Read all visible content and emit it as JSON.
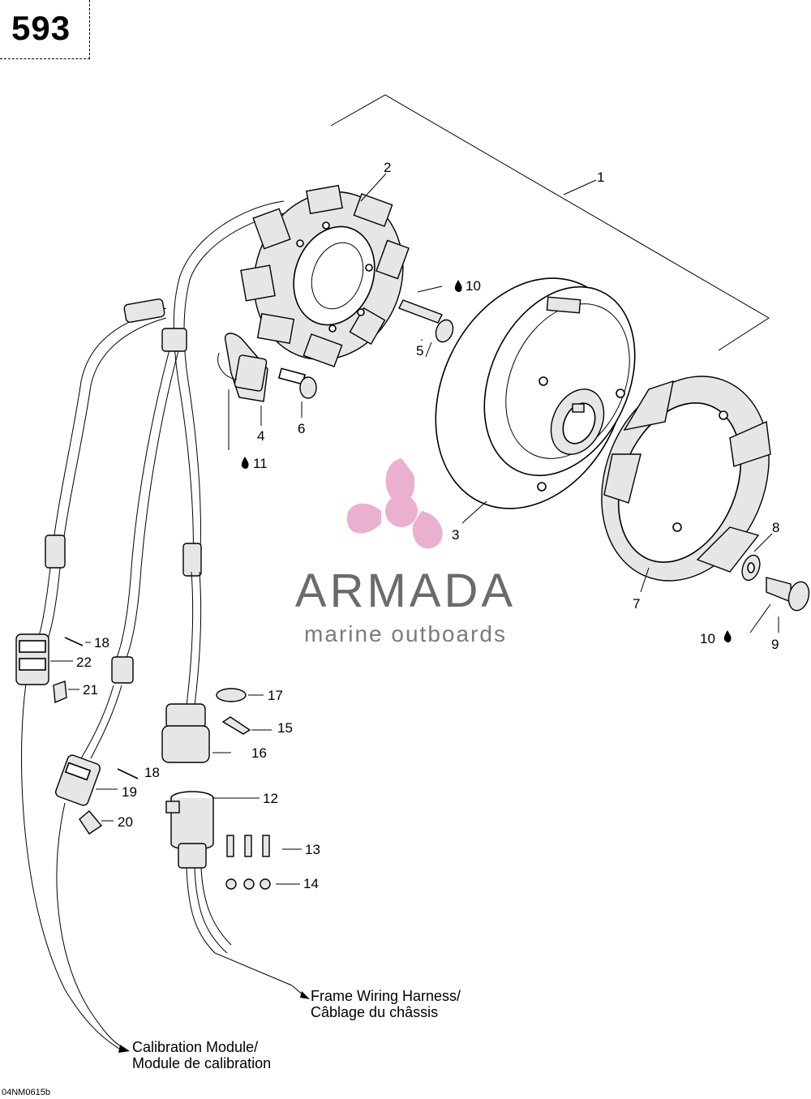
{
  "page_number": "593",
  "reference_code": "04NM0615b",
  "brand": {
    "name": "ARMADA",
    "tagline": "marine outboards",
    "logo_color": "#e8a3c7"
  },
  "part_labels": [
    {
      "id": "lbl-1",
      "text": "1"
    },
    {
      "id": "lbl-2",
      "text": "2"
    },
    {
      "id": "lbl-3",
      "text": "3"
    },
    {
      "id": "lbl-4",
      "text": "4"
    },
    {
      "id": "lbl-5",
      "text": "5"
    },
    {
      "id": "lbl-6",
      "text": "6"
    },
    {
      "id": "lbl-7",
      "text": "7"
    },
    {
      "id": "lbl-8",
      "text": "8"
    },
    {
      "id": "lbl-9",
      "text": "9"
    },
    {
      "id": "lbl-10a",
      "text": "10"
    },
    {
      "id": "lbl-10b",
      "text": "10"
    },
    {
      "id": "lbl-11",
      "text": "11"
    },
    {
      "id": "lbl-12",
      "text": "12"
    },
    {
      "id": "lbl-13",
      "text": "13"
    },
    {
      "id": "lbl-14",
      "text": "14"
    },
    {
      "id": "lbl-15",
      "text": "15"
    },
    {
      "id": "lbl-16",
      "text": "16"
    },
    {
      "id": "lbl-17",
      "text": "17"
    },
    {
      "id": "lbl-18a",
      "text": "18"
    },
    {
      "id": "lbl-18b",
      "text": "18"
    },
    {
      "id": "lbl-19",
      "text": "19"
    },
    {
      "id": "lbl-20",
      "text": "20"
    },
    {
      "id": "lbl-21",
      "text": "21"
    },
    {
      "id": "lbl-22",
      "text": "22"
    }
  ],
  "callouts": {
    "frame_harness_line1": "Frame Wiring Harness/",
    "frame_harness_line2": "Câblage du châssis",
    "calibration_line1": "Calibration Module/",
    "calibration_line2": "Module de calibration"
  }
}
